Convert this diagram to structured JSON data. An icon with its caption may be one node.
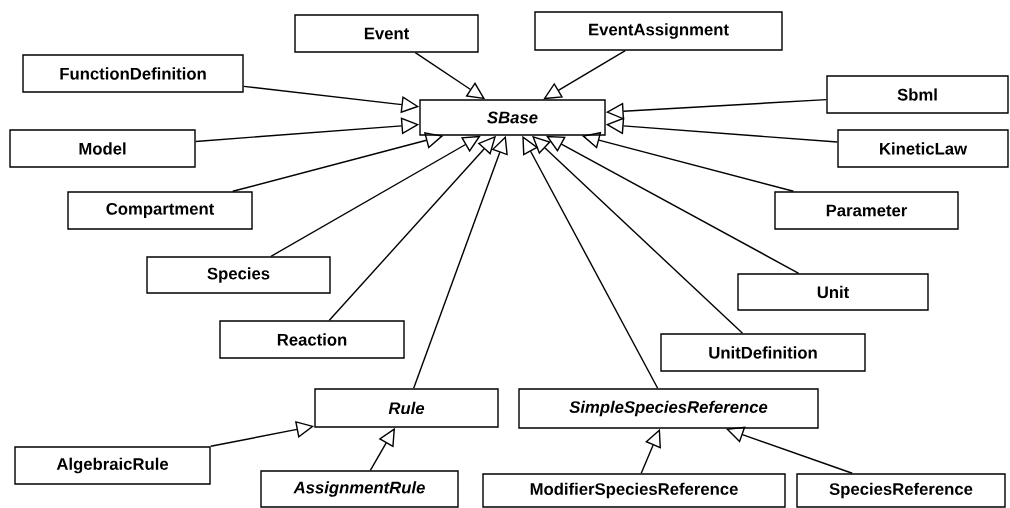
{
  "diagram": {
    "nodes": [
      {
        "text": [
          "Event"
        ]
      },
      {
        "text": [
          "EventAssignment"
        ]
      },
      {
        "text": [
          "FunctionDefinition"
        ]
      },
      {
        "text": [
          "SBase"
        ]
      },
      {
        "text": [
          "Sbml"
        ]
      },
      {
        "text": [
          "Model"
        ]
      },
      {
        "text": [
          "KineticLaw"
        ]
      },
      {
        "text": [
          "Compartment"
        ]
      },
      {
        "text": [
          "Parameter"
        ]
      },
      {
        "text": [
          "Species"
        ]
      },
      {
        "text": [
          "Unit"
        ]
      },
      {
        "text": [
          "Reaction"
        ]
      },
      {
        "text": [
          "UnitDefinition"
        ]
      },
      {
        "text": [
          "Rule"
        ]
      },
      {
        "text": [
          "SimpleSpeciesReference"
        ]
      },
      {
        "text": [
          "AlgebraicRule"
        ]
      },
      {
        "text": [
          "AssignmentRule"
        ]
      },
      {
        "text": [
          "ModifierSpeciesReference"
        ]
      },
      {
        "text": [
          "SpeciesReference"
        ]
      }
    ],
    "edges": [
      {
        "from": 0,
        "to": 3,
        "arrow": "to"
      },
      {
        "from": 1,
        "to": 3,
        "arrow": "to"
      },
      {
        "from": 2,
        "to": 3,
        "arrow": "to"
      },
      {
        "from": 4,
        "to": 3,
        "arrow": "to"
      },
      {
        "from": 5,
        "to": 3,
        "arrow": "to"
      },
      {
        "from": 6,
        "to": 3,
        "arrow": "to"
      },
      {
        "from": 7,
        "to": 3,
        "arrow": "to"
      },
      {
        "from": 8,
        "to": 3,
        "arrow": "to"
      },
      {
        "from": 9,
        "to": 3,
        "arrow": "to"
      },
      {
        "from": 10,
        "to": 3,
        "arrow": "to"
      },
      {
        "from": 11,
        "to": 3,
        "arrow": "to"
      },
      {
        "from": 12,
        "to": 3,
        "arrow": "to"
      },
      {
        "from": 13,
        "to": 3,
        "arrow": "to"
      },
      {
        "from": 14,
        "to": 3,
        "arrow": "to"
      },
      {
        "from": 15,
        "to": 13,
        "arrow": "to"
      },
      {
        "from": 16,
        "to": 13,
        "arrow": "to"
      },
      {
        "from": 17,
        "to": 14,
        "arrow": "to"
      },
      {
        "from": 18,
        "to": 14,
        "arrow": "to"
      }
    ]
  }
}
